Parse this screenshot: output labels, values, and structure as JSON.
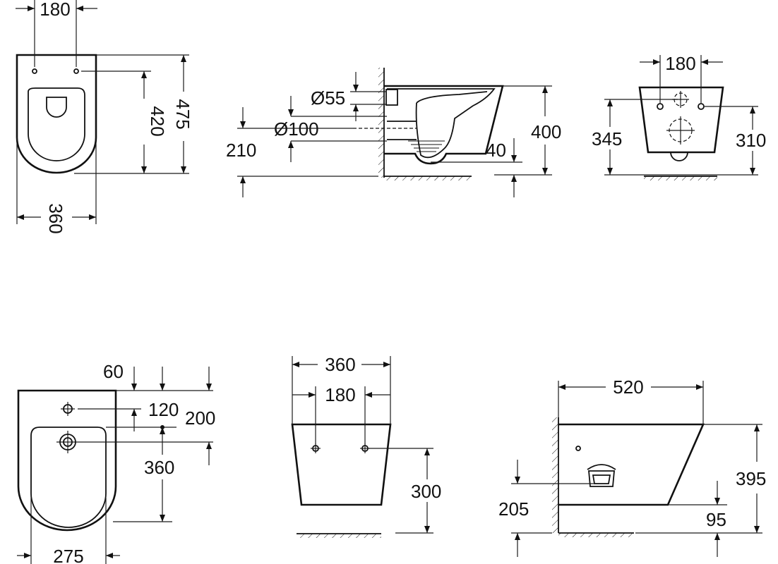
{
  "views": {
    "toilet_top": {
      "width_holes": "180",
      "height_total": "475",
      "height_holes": "420",
      "width_total": "360"
    },
    "toilet_side": {
      "pipe_small": "Ø55",
      "pipe_large": "Ø100",
      "outlet_height": "210",
      "height": "400",
      "bottom": "40"
    },
    "toilet_back": {
      "width_holes": "180",
      "height_left": "345",
      "height_right": "310"
    },
    "bidet_top": {
      "dim_60": "60",
      "dim_120": "120",
      "dim_200": "200",
      "dim_360": "360",
      "width_bottom": "275"
    },
    "bidet_back": {
      "width_total": "360",
      "width_holes": "180",
      "height": "300"
    },
    "bidet_side": {
      "length": "520",
      "height": "395",
      "outlet_height": "205",
      "bottom": "95"
    }
  }
}
